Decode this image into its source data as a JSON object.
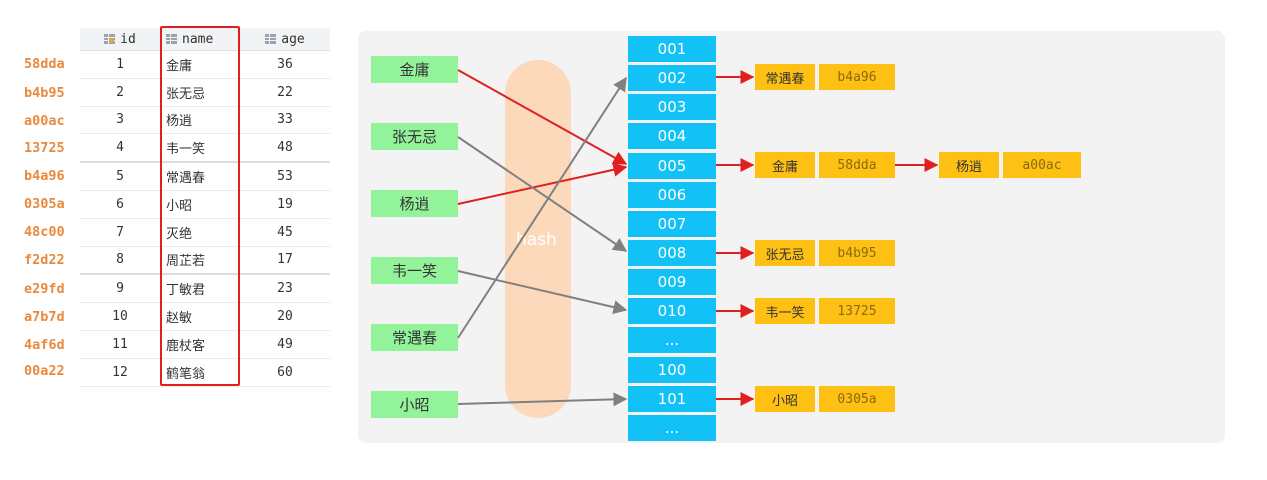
{
  "table": {
    "headers": {
      "id": "id",
      "name": "name",
      "age": "age"
    },
    "rows": [
      {
        "hash": "58dda",
        "id": "1",
        "name": "金庸",
        "age": "36"
      },
      {
        "hash": "b4b95",
        "id": "2",
        "name": "张无忌",
        "age": "22"
      },
      {
        "hash": "a00ac",
        "id": "3",
        "name": "杨逍",
        "age": "33"
      },
      {
        "hash": "13725",
        "id": "4",
        "name": "韦一笑",
        "age": "48"
      },
      {
        "hash": "b4a96",
        "id": "5",
        "name": "常遇春",
        "age": "53"
      },
      {
        "hash": "0305a",
        "id": "6",
        "name": "小昭",
        "age": "19"
      },
      {
        "hash": "48c00",
        "id": "7",
        "name": "灭绝",
        "age": "45"
      },
      {
        "hash": "f2d22",
        "id": "8",
        "name": "周芷若",
        "age": "17"
      },
      {
        "hash": "e29fd",
        "id": "9",
        "name": "丁敏君",
        "age": "23"
      },
      {
        "hash": "a7b7d",
        "id": "10",
        "name": "赵敏",
        "age": "20"
      },
      {
        "hash": "4af6d",
        "id": "11",
        "name": "鹿杖客",
        "age": "49"
      },
      {
        "hash": "00a22",
        "id": "12",
        "name": "鹤笔翁",
        "age": "60"
      }
    ]
  },
  "diagram": {
    "hash_label": "hash",
    "keys": [
      "金庸",
      "张无忌",
      "杨逍",
      "韦一笑",
      "常遇春",
      "小昭"
    ],
    "buckets": [
      "001",
      "002",
      "003",
      "004",
      "005",
      "006",
      "007",
      "008",
      "009",
      "010",
      "...",
      "100",
      "101",
      "..."
    ],
    "chains": [
      {
        "bucket": "002",
        "nodes": [
          {
            "name": "常遇春",
            "hash": "b4a96"
          }
        ]
      },
      {
        "bucket": "005",
        "nodes": [
          {
            "name": "金庸",
            "hash": "58dda"
          },
          {
            "name": "杨逍",
            "hash": "a00ac"
          }
        ]
      },
      {
        "bucket": "008",
        "nodes": [
          {
            "name": "张无忌",
            "hash": "b4b95"
          }
        ]
      },
      {
        "bucket": "010",
        "nodes": [
          {
            "name": "韦一笑",
            "hash": "13725"
          }
        ]
      },
      {
        "bucket": "101",
        "nodes": [
          {
            "name": "小昭",
            "hash": "0305a"
          }
        ]
      }
    ],
    "colors": {
      "key_fill": "#93f39a",
      "bucket_fill": "#12c2f7",
      "node_fill": "#fec013",
      "hash_band": "#fdd9bc",
      "collision_arrow": "#e02020",
      "normal_arrow": "#808080",
      "chain_arrow": "#e02020"
    }
  }
}
